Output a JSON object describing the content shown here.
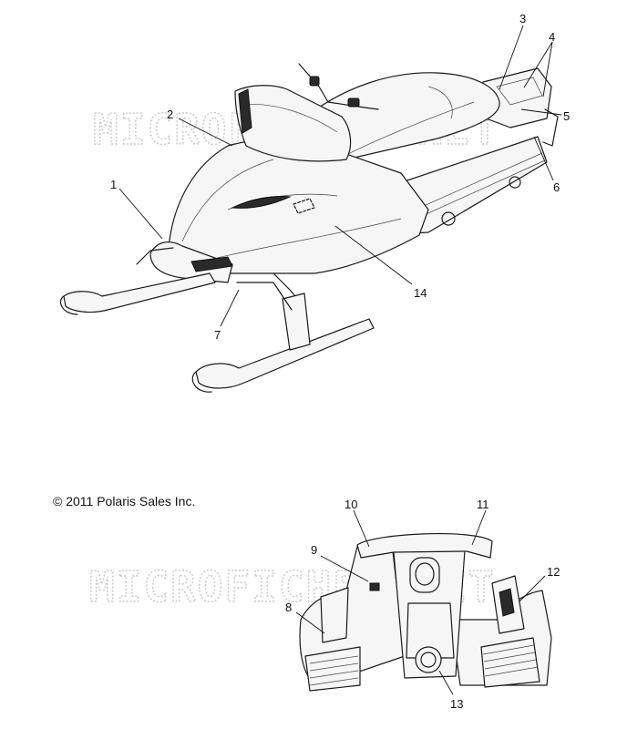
{
  "copyright": "© 2011 Polaris Sales Inc.",
  "watermark": "MICROFICHES.NET",
  "callouts": [
    {
      "id": "c1",
      "label": "1"
    },
    {
      "id": "c2",
      "label": "2"
    },
    {
      "id": "c3",
      "label": "3"
    },
    {
      "id": "c4",
      "label": "4"
    },
    {
      "id": "c5",
      "label": "5"
    },
    {
      "id": "c6",
      "label": "6"
    },
    {
      "id": "c7",
      "label": "7"
    },
    {
      "id": "c8",
      "label": "8"
    },
    {
      "id": "c9",
      "label": "9"
    },
    {
      "id": "c10",
      "label": "10"
    },
    {
      "id": "c11",
      "label": "11"
    },
    {
      "id": "c12",
      "label": "12"
    },
    {
      "id": "c13",
      "label": "13"
    },
    {
      "id": "c14",
      "label": "14"
    }
  ]
}
